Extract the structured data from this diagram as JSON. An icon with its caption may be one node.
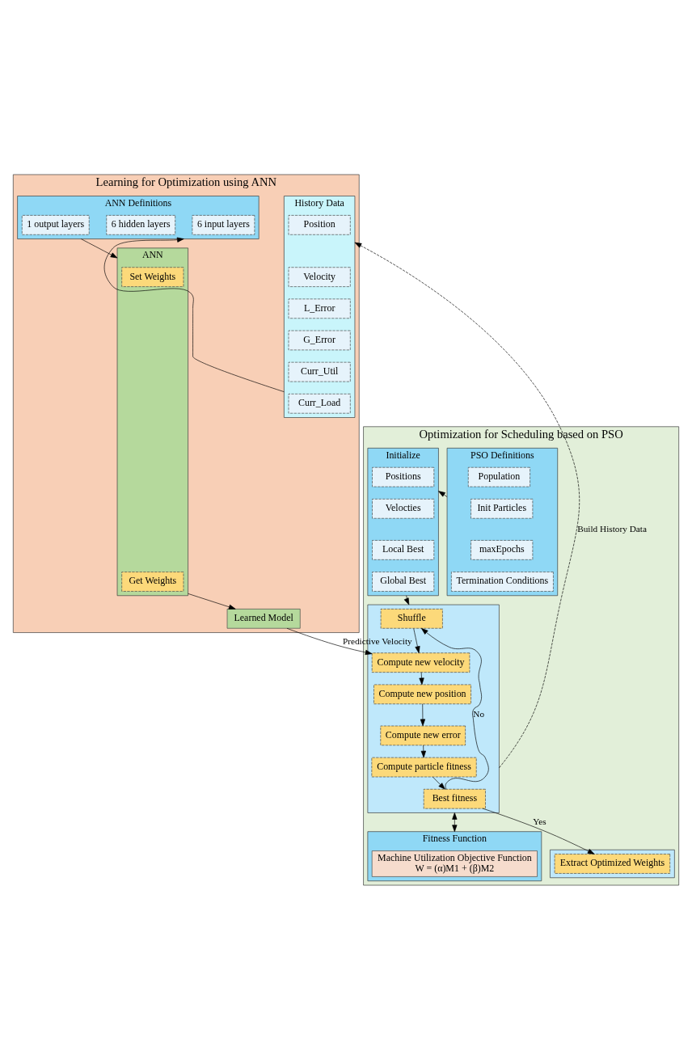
{
  "diagram": {
    "nodes": [
      {
        "text": [
          "Learning for Optimization using ANN"
        ]
      },
      {
        "text": [
          "History Data"
        ],
        "in": 0
      },
      {
        "text": [
          "Position"
        ],
        "in": 1
      },
      {
        "text": [
          "Velocity"
        ],
        "in": 1
      },
      {
        "text": [
          "L_Error"
        ],
        "in": 1
      },
      {
        "text": [
          "G_Error"
        ],
        "in": 1
      },
      {
        "text": [
          "Curr_Util"
        ],
        "in": 1
      },
      {
        "text": [
          "Curr_Load"
        ],
        "in": 1
      },
      {
        "text": [
          "ANN Definitions"
        ],
        "in": 0
      },
      {
        "text": [
          "6 input layers"
        ],
        "in": 8
      },
      {
        "text": [
          "6 hidden layers"
        ],
        "in": 8
      },
      {
        "text": [
          "1 output layers"
        ],
        "in": 8
      },
      {
        "text": [
          "ANN"
        ],
        "in": 0
      },
      {
        "text": [
          "Set Weights"
        ],
        "in": 12
      },
      {
        "text": [
          "Get Weights"
        ],
        "in": 12
      },
      {
        "text": [
          "Learned Model"
        ],
        "in": 0
      },
      {
        "text": [
          "Optimization for Scheduling based on PSO"
        ]
      },
      {
        "text": [
          "PSO Definitions"
        ],
        "in": 16
      },
      {
        "text": [
          "Population"
        ],
        "in": 17
      },
      {
        "text": [
          "Init Particles"
        ],
        "in": 17
      },
      {
        "text": [
          "maxEpochs"
        ],
        "in": 17
      },
      {
        "text": [
          "Termination Conditions"
        ],
        "in": 17
      },
      {
        "text": [
          "Initialize"
        ],
        "in": 16
      },
      {
        "text": [
          "Positions"
        ],
        "in": 22
      },
      {
        "text": [
          "Velocties"
        ],
        "in": 22
      },
      {
        "text": [
          "Local Best"
        ],
        "in": 22
      },
      {
        "text": [
          "Global Best"
        ],
        "in": 22
      },
      {
        "text": [],
        "shape": "box",
        "in": 16
      },
      {
        "text": [
          "Shuffle"
        ],
        "in": 27
      },
      {
        "text": [
          "Compute new velocity"
        ],
        "in": 27
      },
      {
        "text": [
          "Compute new position"
        ],
        "in": 27
      },
      {
        "text": [
          "Compute new error"
        ],
        "in": 27
      },
      {
        "text": [
          "Compute particle fitness"
        ],
        "in": 27
      },
      {
        "text": [
          "Best fitness"
        ],
        "in": 27
      },
      {
        "text": [
          "Fitness Function"
        ],
        "in": 16
      },
      {
        "text": [
          "Machine Utilization Objective Function",
          "W = (α)M1 + (β)M2"
        ],
        "in": 34
      },
      {
        "text": [],
        "shape": "box",
        "in": 16
      },
      {
        "text": [
          "Extract Optimized Weights"
        ],
        "in": 36
      }
    ],
    "edges": [
      {
        "from": 1,
        "to": 8,
        "arrow": "to"
      },
      {
        "from": 8,
        "to": 12,
        "arrow": "to"
      },
      {
        "from": 12,
        "to": 15,
        "arrow": "to"
      },
      {
        "from": 15,
        "to": 29,
        "arrow": "to",
        "label": "Predictive Velocity"
      },
      {
        "from": 27,
        "to": 1,
        "arrow": "to",
        "style": "dashed",
        "label": "Build History Data"
      },
      {
        "from": 17,
        "to": 22,
        "arrow": "to"
      },
      {
        "from": 22,
        "to": 27,
        "arrow": "to"
      },
      {
        "from": 28,
        "to": 29,
        "arrow": "to"
      },
      {
        "from": 29,
        "to": 30,
        "arrow": "to"
      },
      {
        "from": 30,
        "to": 31,
        "arrow": "to"
      },
      {
        "from": 31,
        "to": 32,
        "arrow": "to"
      },
      {
        "from": 32,
        "to": 33,
        "arrow": "to"
      },
      {
        "from": 33,
        "to": 28,
        "arrow": "to",
        "label": "No"
      },
      {
        "from": 33,
        "to": 37,
        "arrow": "to",
        "label": "Yes"
      },
      {
        "from": 34,
        "to": 27,
        "arrow": "both"
      }
    ]
  }
}
